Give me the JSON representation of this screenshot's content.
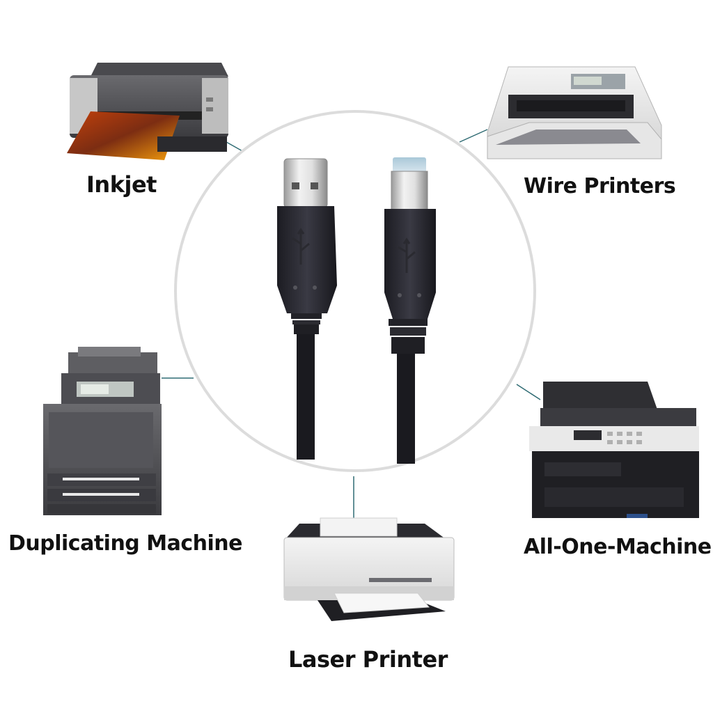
{
  "devices": {
    "inkjet": {
      "label": "Inkjet"
    },
    "wire": {
      "label": "Wire Printers"
    },
    "duplicating": {
      "label": "Duplicating Machine"
    },
    "allone": {
      "label": "All-One-Machine"
    },
    "laser": {
      "label": "Laser Printer"
    }
  },
  "colors": {
    "ring": "#dcdcdc",
    "connector": "#2f6b73",
    "cable": "#1a1a1f",
    "metal": "#c8c8c8",
    "label_text": "#111111"
  }
}
